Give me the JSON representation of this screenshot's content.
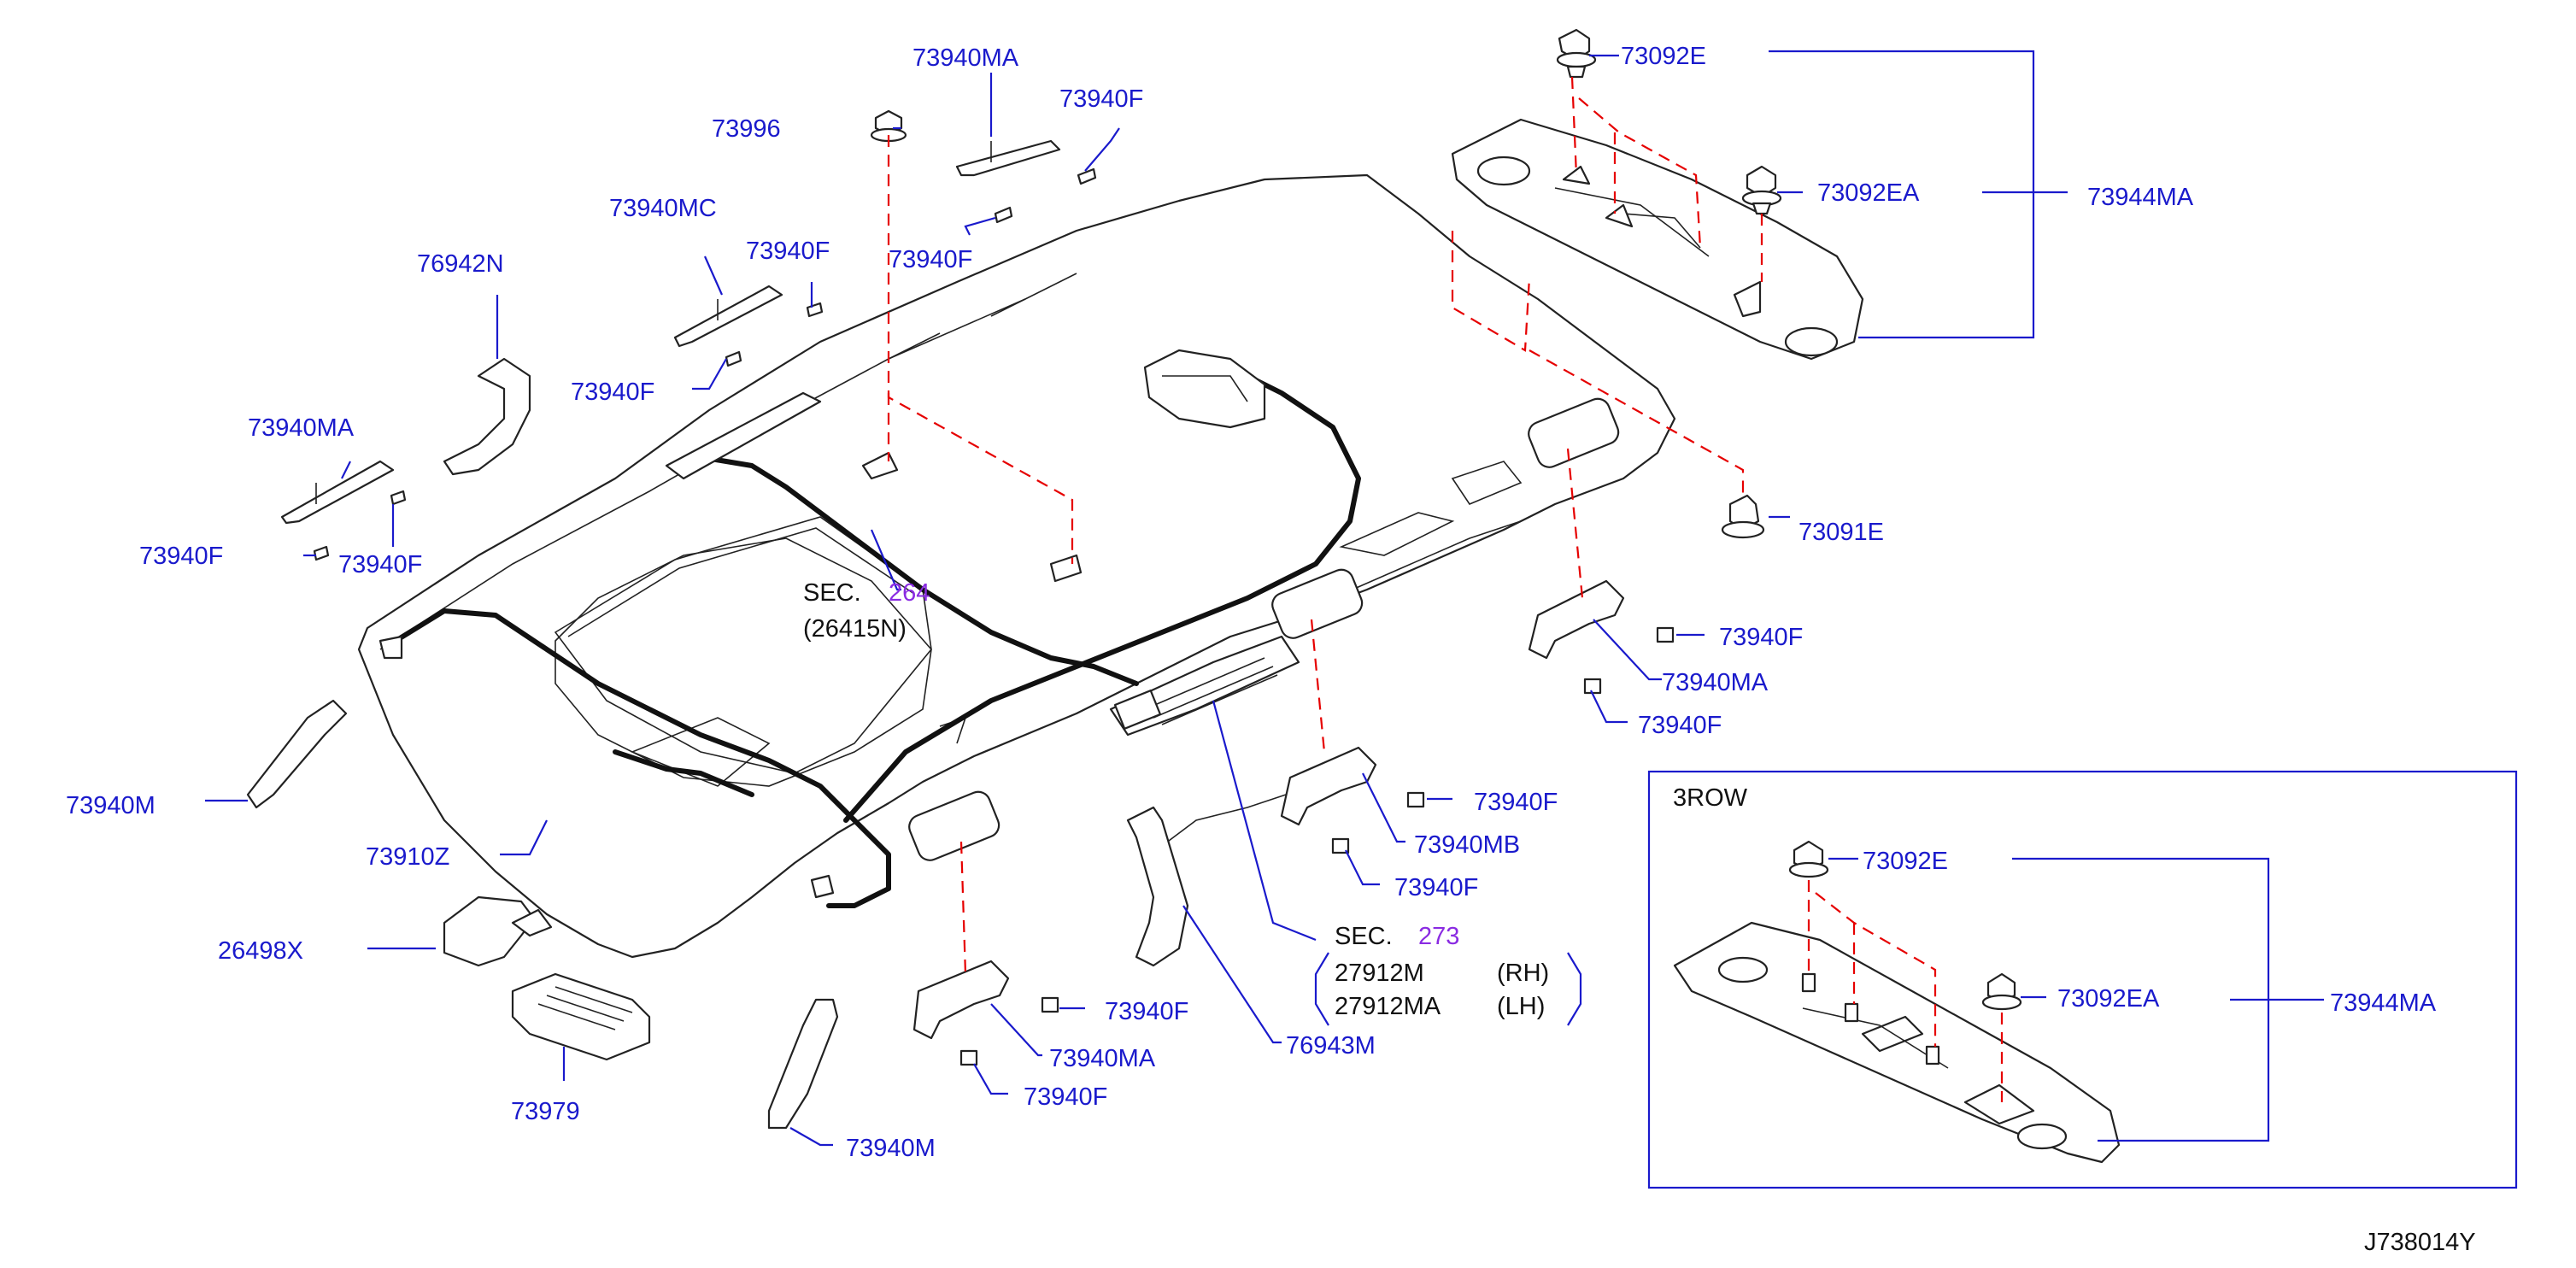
{
  "diagram_id": "J738014Y",
  "inset_title": "3ROW",
  "labels": {
    "p73940MA_top": "73940MA",
    "p73940F_top": "73940F",
    "p73996": "73996",
    "p73940MC": "73940MC",
    "p73940F_a": "73940F",
    "p73940F_b": "73940F",
    "p76942N": "76942N",
    "p73940F_c": "73940F",
    "p73940MA_left": "73940MA",
    "p73940F_d": "73940F",
    "p73940F_e": "73940F",
    "p73092E": "73092E",
    "p73092EA": "73092EA",
    "p73944MA": "73944MA",
    "p73091E": "73091E",
    "p73940F_r1": "73940F",
    "p73940MA_r": "73940MA",
    "p73940F_r2": "73940F",
    "p73940M_left": "73940M",
    "p73910Z": "73910Z",
    "p26498X": "26498X",
    "p73979": "73979",
    "p73940F_m1": "73940F",
    "p73940MB": "73940MB",
    "p73940F_m2": "73940F",
    "p73940F_b1": "73940F",
    "p73940MA_b": "73940MA",
    "p73940F_b2": "73940F",
    "p73940M_bottom": "73940M",
    "p76943M": "76943M",
    "inset_73092E": "73092E",
    "inset_73092EA": "73092EA",
    "inset_73944MA": "73944MA"
  },
  "sec264": {
    "prefix": "SEC.",
    "number": "264",
    "sub": "(26415N)"
  },
  "sec273": {
    "prefix": "SEC.",
    "number": "273",
    "rh_part": "27912M",
    "rh_side": "(RH)",
    "lh_part": "27912MA",
    "lh_side": "(LH)"
  },
  "colors": {
    "label": "#1a1acc",
    "section_number": "#8a2be2",
    "dashed_lead": "#e60000",
    "linework": "#222222"
  }
}
